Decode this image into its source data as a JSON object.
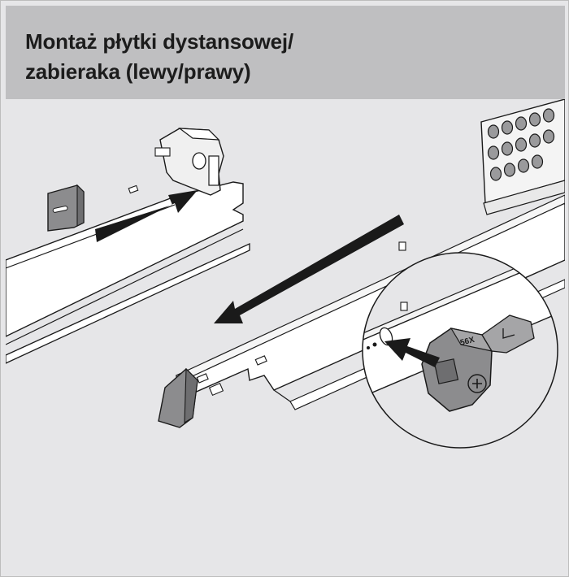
{
  "header": {
    "title_line_1": "Montaż płytki dystansowej/",
    "title_line_2": "zabieraka (lewy/prawy)"
  },
  "illustration": {
    "part_label": "56X"
  },
  "colors": {
    "header_bg": "#bfbfc1",
    "canvas_bg": "#e6e6e8",
    "outline": "#1a1a1a",
    "part_grey": "#8c8c8e",
    "arrow": "#1a1a1a"
  }
}
